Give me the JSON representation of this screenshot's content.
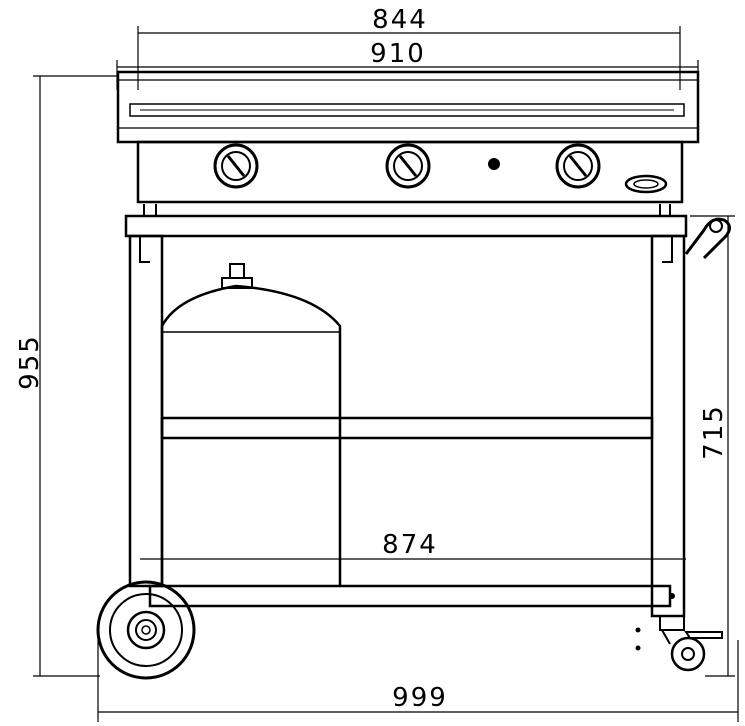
{
  "dimensions": {
    "griddle_width": "844",
    "top_width": "910",
    "total_height": "955",
    "cart_height": "715",
    "shelf_width": "874",
    "overall_width": "999"
  },
  "colors": {
    "line": "#000000",
    "background": "#ffffff"
  }
}
